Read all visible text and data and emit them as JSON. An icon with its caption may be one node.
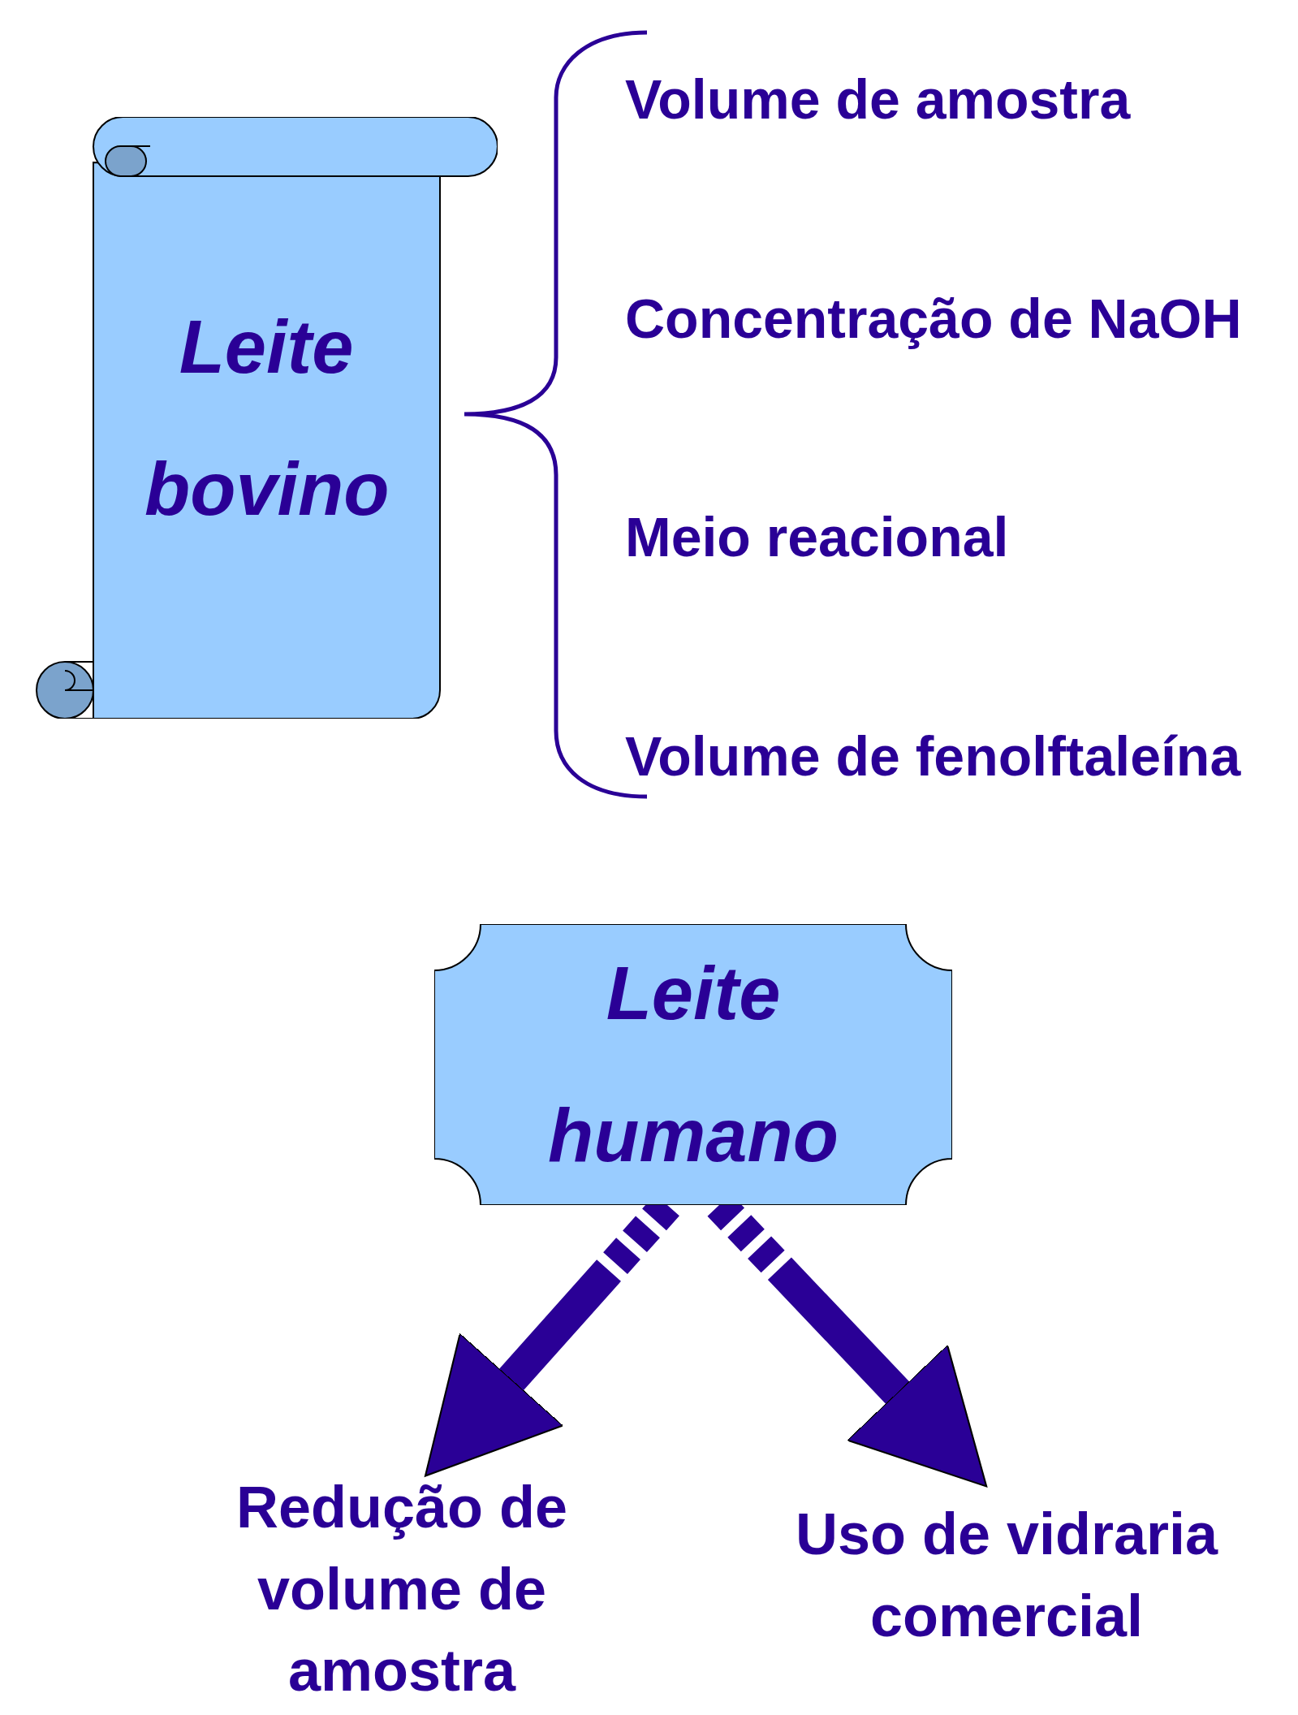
{
  "diagram": {
    "nodes": [
      {
        "text": [
          "Leite bovino"
        ]
      },
      {
        "text": [
          "Leite humano"
        ]
      },
      {
        "text": [
          "Redução de volume de amostra"
        ]
      },
      {
        "text": [
          "Uso de vidraria comercial"
        ]
      }
    ],
    "edges": [
      {
        "from": 1,
        "to": 2,
        "arrow": "to",
        "style": "dashed"
      },
      {
        "from": 1,
        "to": 3,
        "arrow": "to",
        "style": "dashed"
      }
    ],
    "labels": [
      "Volume de amostra",
      "Concentração de NaOH",
      "Meio reacional",
      "Volume de fenolftaleína"
    ]
  }
}
